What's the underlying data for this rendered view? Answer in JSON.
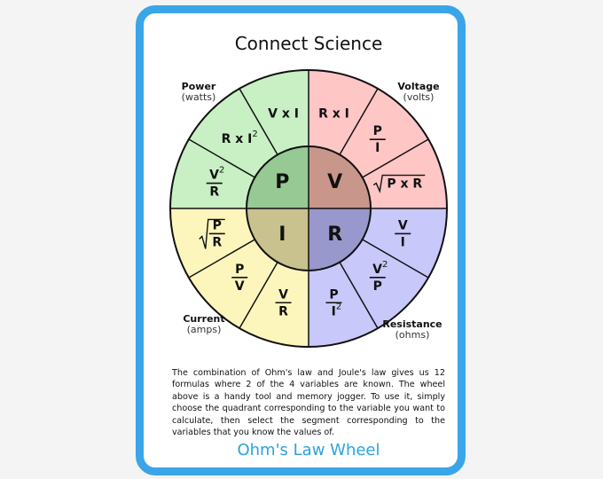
{
  "title": "Connect Science",
  "footer": "Ohm's Law Wheel",
  "description": "The combination of Ohm's law and Joule's law gives us 12 formulas where 2 of the 4 variables are known. The wheel above is a handy tool and memory jogger. To use it, simply choose the quadrant corresponding to the variable you want to calculate, then select the segment corresponding to the variables that you know the values of.",
  "colors": {
    "frame": "#3aa5e8",
    "footer_text": "#2aa3dd"
  },
  "quadrants": [
    {
      "id": "power",
      "letter": "P",
      "label": "Power",
      "unit": "(watts)",
      "outer_color": "#c8f0c4",
      "inner_color": "#96c994",
      "formulas": [
        {
          "kind": "frac",
          "num": "V",
          "num_sup": "2",
          "den": "R"
        },
        {
          "kind": "text",
          "text": "R x I",
          "sup": "2"
        },
        {
          "kind": "text",
          "text": "V x I"
        }
      ]
    },
    {
      "id": "voltage",
      "letter": "V",
      "label": "Voltage",
      "unit": "(volts)",
      "outer_color": "#ffc6c6",
      "inner_color": "#c9968c",
      "formulas": [
        {
          "kind": "text",
          "text": "R x I"
        },
        {
          "kind": "frac",
          "num": "P",
          "den": "I"
        },
        {
          "kind": "sqrt",
          "text": "P x R"
        }
      ]
    },
    {
      "id": "resistance",
      "letter": "R",
      "label": "Resistance",
      "unit": "(ohms)",
      "outer_color": "#c8c8fa",
      "inner_color": "#9898cc",
      "formulas": [
        {
          "kind": "frac",
          "num": "V",
          "den": "I"
        },
        {
          "kind": "frac",
          "num": "V",
          "num_sup": "2",
          "den": "P"
        },
        {
          "kind": "frac",
          "num": "P",
          "den": "I",
          "den_sup": "2"
        }
      ]
    },
    {
      "id": "current",
      "letter": "I",
      "label": "Current",
      "unit": "(amps)",
      "outer_color": "#fcf6bc",
      "inner_color": "#c9c18e",
      "formulas": [
        {
          "kind": "frac",
          "num": "V",
          "den": "R"
        },
        {
          "kind": "frac",
          "num": "P",
          "den": "V"
        },
        {
          "kind": "sqrtfrac",
          "num": "P",
          "den": "R"
        }
      ]
    }
  ]
}
